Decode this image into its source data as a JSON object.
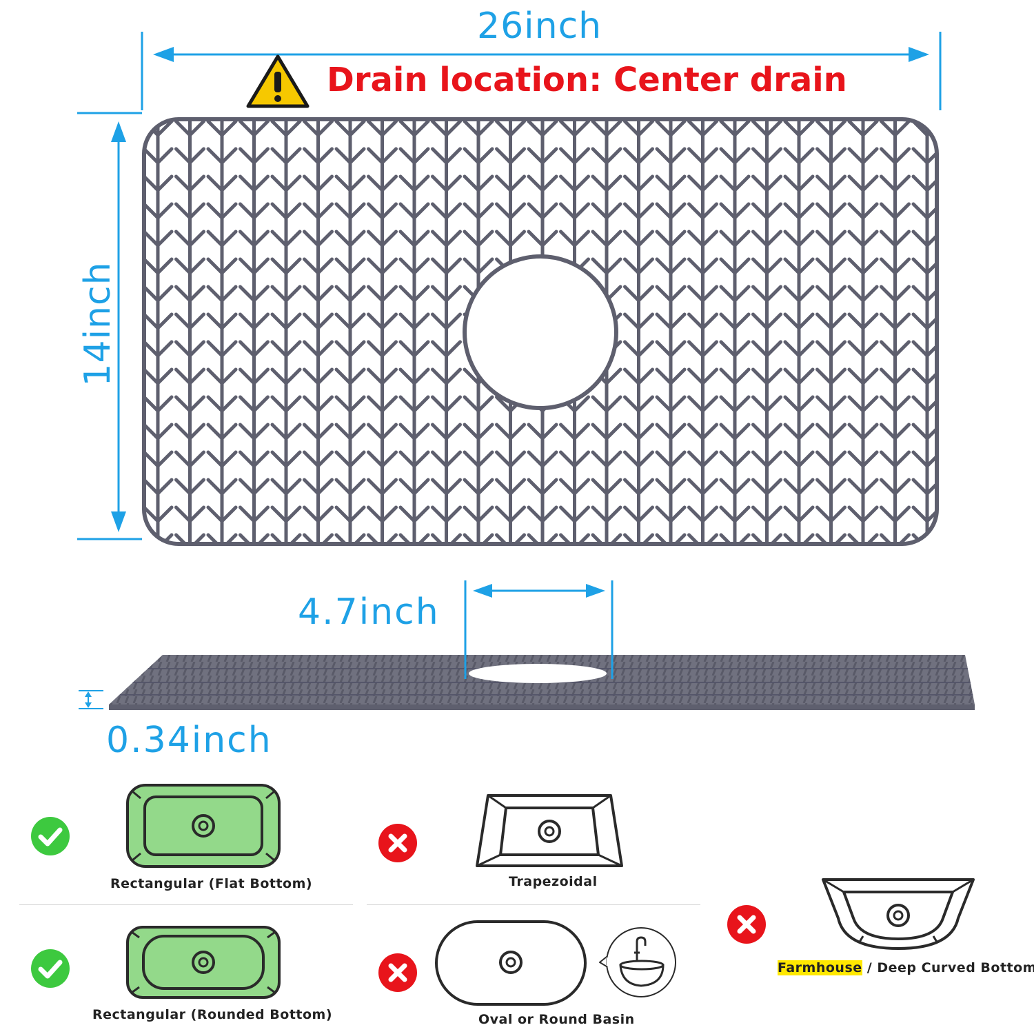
{
  "dimensions": {
    "width_label": "26inch",
    "height_label": "14inch",
    "drain_label": "4.7inch",
    "thickness_label": "0.34inch"
  },
  "warning": {
    "text": "Drain location: Center drain",
    "icon": "warning-triangle-icon"
  },
  "compatibility": [
    {
      "label": "Rectangular (Flat Bottom)",
      "fits": true,
      "icon": "check-icon"
    },
    {
      "label": "Rectangular (Rounded Bottom)",
      "fits": true,
      "icon": "check-icon"
    },
    {
      "label": "Trapezoidal",
      "fits": false,
      "icon": "cross-icon"
    },
    {
      "label": "Oval or Round Basin",
      "fits": false,
      "icon": "cross-icon"
    },
    {
      "label_highlight": "Farmhouse",
      "label_rest": " / Deep Curved Bottom",
      "fits": false,
      "icon": "cross-icon"
    }
  ],
  "colors": {
    "dimension": "#1ea1e6",
    "warning": "#e8141b",
    "mat": "#5e5f6e",
    "fits": "#3dc93f",
    "not_fits": "#e8141b",
    "sink_fill": "#93d98a"
  }
}
